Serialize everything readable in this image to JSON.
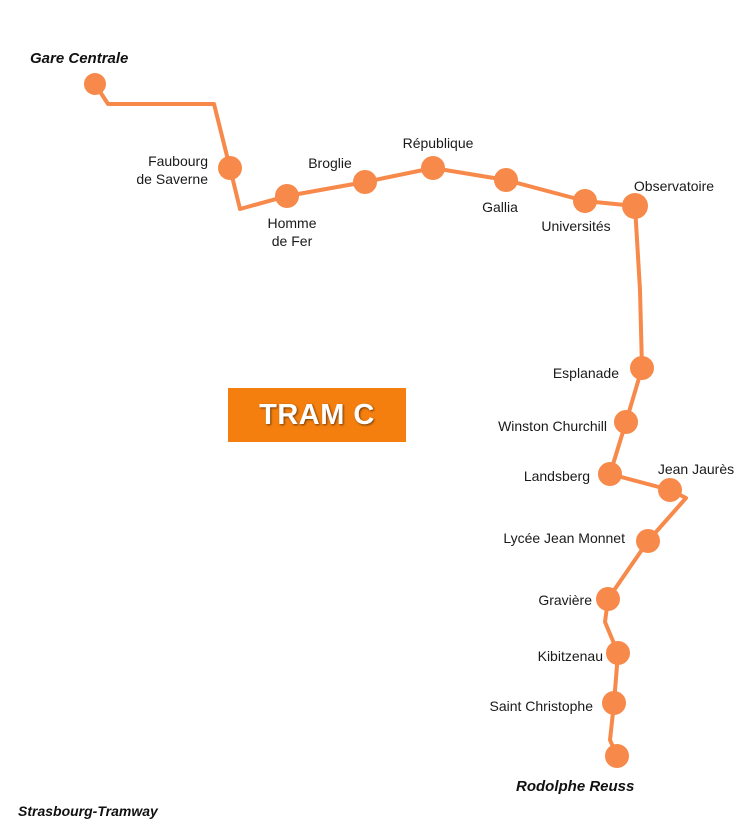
{
  "line": {
    "name": "TRAM C",
    "color": "#f7894a",
    "badge_color": "#f47f0e"
  },
  "credit": "Strasbourg-Tramway",
  "stops": [
    {
      "id": "gare-centrale",
      "lines": [
        "Gare Centrale"
      ],
      "terminus": true
    },
    {
      "id": "faubourg-de-saverne",
      "lines": [
        "Faubourg",
        "de Saverne"
      ]
    },
    {
      "id": "homme-de-fer",
      "lines": [
        "Homme",
        "de Fer"
      ]
    },
    {
      "id": "broglie",
      "lines": [
        "Broglie"
      ]
    },
    {
      "id": "republique",
      "lines": [
        "République"
      ]
    },
    {
      "id": "gallia",
      "lines": [
        "Gallia"
      ]
    },
    {
      "id": "universites",
      "lines": [
        "Universités"
      ]
    },
    {
      "id": "observatoire",
      "lines": [
        "Observatoire"
      ]
    },
    {
      "id": "esplanade",
      "lines": [
        "Esplanade"
      ]
    },
    {
      "id": "winston-churchill",
      "lines": [
        "Winston Churchill"
      ]
    },
    {
      "id": "landsberg",
      "lines": [
        "Landsberg"
      ]
    },
    {
      "id": "jean-jaures",
      "lines": [
        "Jean Jaurès"
      ]
    },
    {
      "id": "lycee-jean-monnet",
      "lines": [
        "Lycée Jean Monnet"
      ]
    },
    {
      "id": "graviere",
      "lines": [
        "Gravière"
      ]
    },
    {
      "id": "kibitzenau",
      "lines": [
        "Kibitzenau"
      ]
    },
    {
      "id": "saint-christophe",
      "lines": [
        "Saint Christophe"
      ]
    },
    {
      "id": "rodolphe-reuss",
      "lines": [
        "Rodolphe Reuss"
      ],
      "terminus": true
    }
  ]
}
